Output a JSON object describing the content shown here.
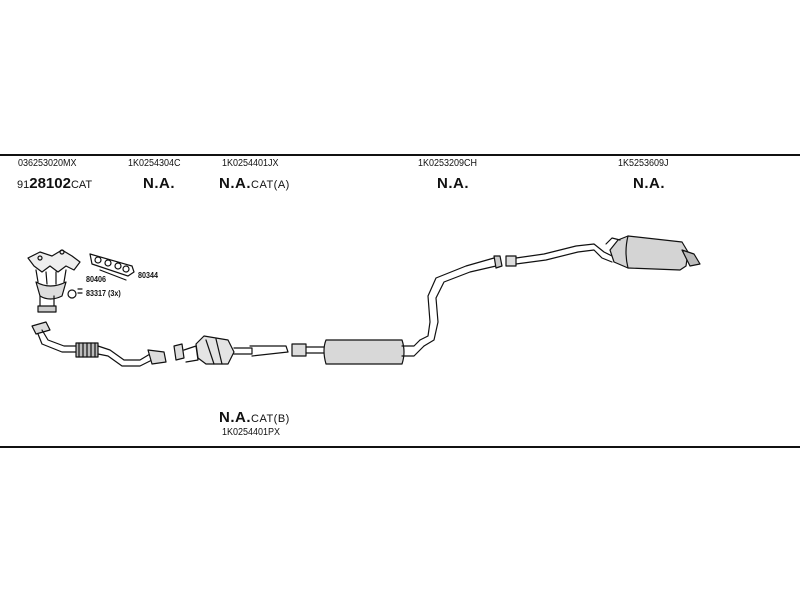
{
  "header": {
    "columns": [
      {
        "part_number": "036253020MX",
        "code_prefix": "91",
        "code_main": "28102",
        "code_suffix": "CAT"
      },
      {
        "part_number": "1K0254304C",
        "status": "N.A."
      },
      {
        "part_number": "1K0254401JX",
        "status": "N.A.",
        "suffix": "CAT(A)"
      },
      {
        "part_number": "1K0253209CH",
        "status": "N.A."
      },
      {
        "part_number": "1K5253609J",
        "status": "N.A."
      }
    ]
  },
  "callouts": {
    "c1": "80406",
    "c2": "80344",
    "c3": "83317 (3x)"
  },
  "footer": {
    "status": "N.A.",
    "suffix": "CAT(B)",
    "part_number": "1K0254401PX"
  }
}
